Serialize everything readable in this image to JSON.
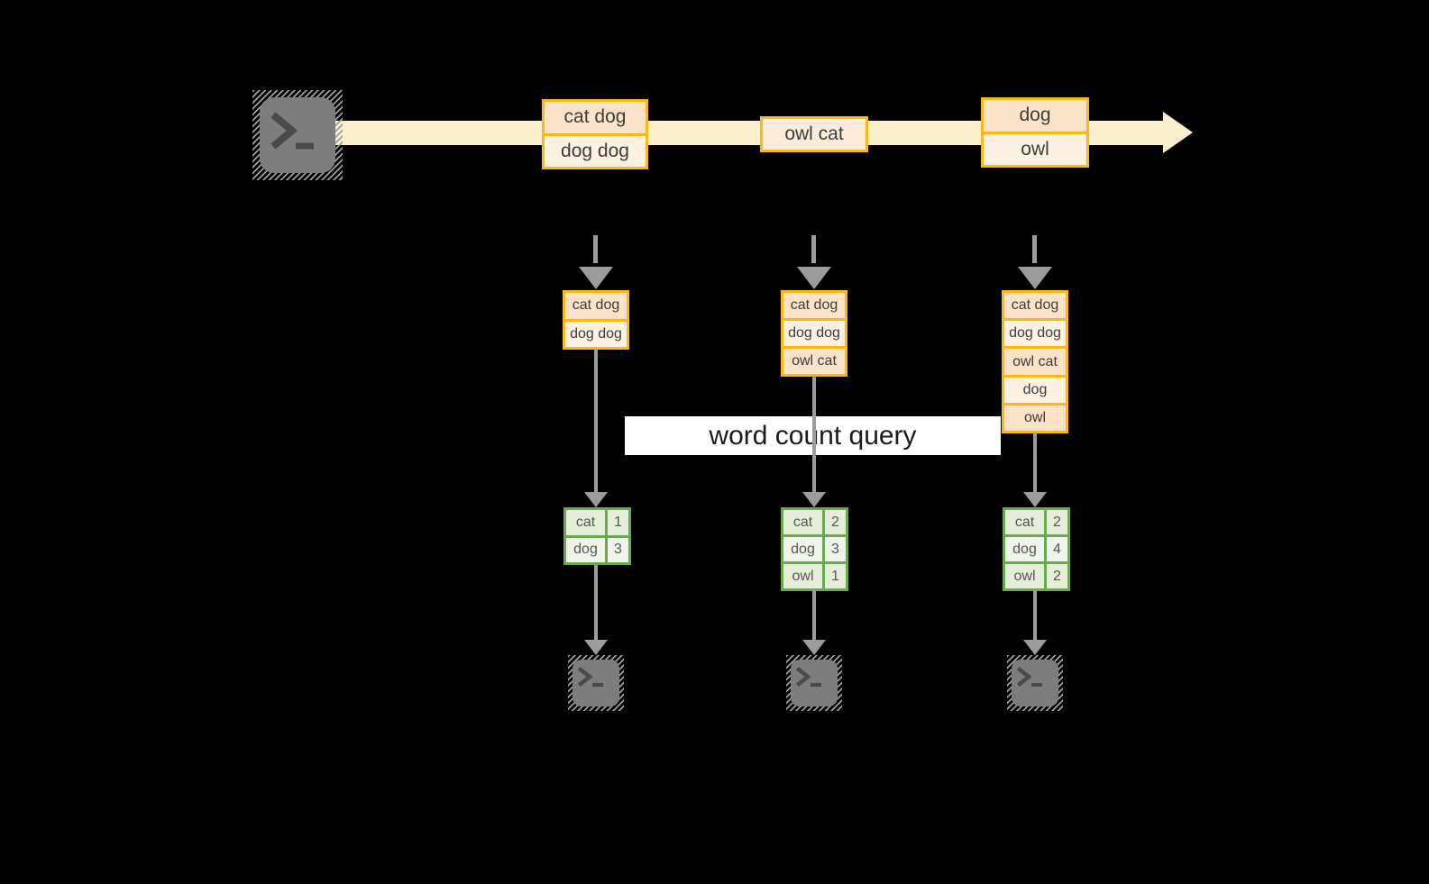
{
  "query": {
    "label": "word count query"
  },
  "stream": {
    "boxes": [
      {
        "cells": [
          "cat dog",
          "dog dog"
        ]
      },
      {
        "cells": [
          "owl cat"
        ]
      },
      {
        "cells": [
          "dog",
          "owl"
        ]
      }
    ]
  },
  "pipelines": [
    {
      "state_cells": [
        "cat dog",
        "dog dog"
      ],
      "counts": [
        {
          "word": "cat",
          "count": "1"
        },
        {
          "word": "dog",
          "count": "3"
        }
      ]
    },
    {
      "state_cells": [
        "cat dog",
        "dog dog",
        "owl cat"
      ],
      "counts": [
        {
          "word": "cat",
          "count": "2"
        },
        {
          "word": "dog",
          "count": "3"
        },
        {
          "word": "owl",
          "count": "1"
        }
      ]
    },
    {
      "state_cells": [
        "cat dog",
        "dog dog",
        "owl cat",
        "dog",
        "owl"
      ],
      "counts": [
        {
          "word": "cat",
          "count": "2"
        },
        {
          "word": "dog",
          "count": "4"
        },
        {
          "word": "owl",
          "count": "2"
        }
      ]
    }
  ],
  "icons": {
    "source": "terminal-prompt-icon",
    "sinks": [
      "terminal-prompt-icon",
      "terminal-prompt-icon",
      "terminal-prompt-icon"
    ]
  },
  "colors": {
    "background": "#000000",
    "gold": "#fcb815",
    "peach": "#fae3c8",
    "cream": "#fdf2e2",
    "owlcat": "#fcecd9",
    "band": "#fbf0cd",
    "green_border": "#6ba84f",
    "green_a": "#e4eed9",
    "green_b": "#f0f5ec",
    "arrow_gray": "#9c9c9c",
    "terminal_gray": "#7d7d7d",
    "hatch_gray": "#9e9e9e",
    "glyph_gray": "#4a4a4a",
    "text_dark": "#3d3d3d",
    "text_green_cell": "#565656",
    "query_text": "#1b1b1b",
    "query_bg": "#ffffff"
  }
}
